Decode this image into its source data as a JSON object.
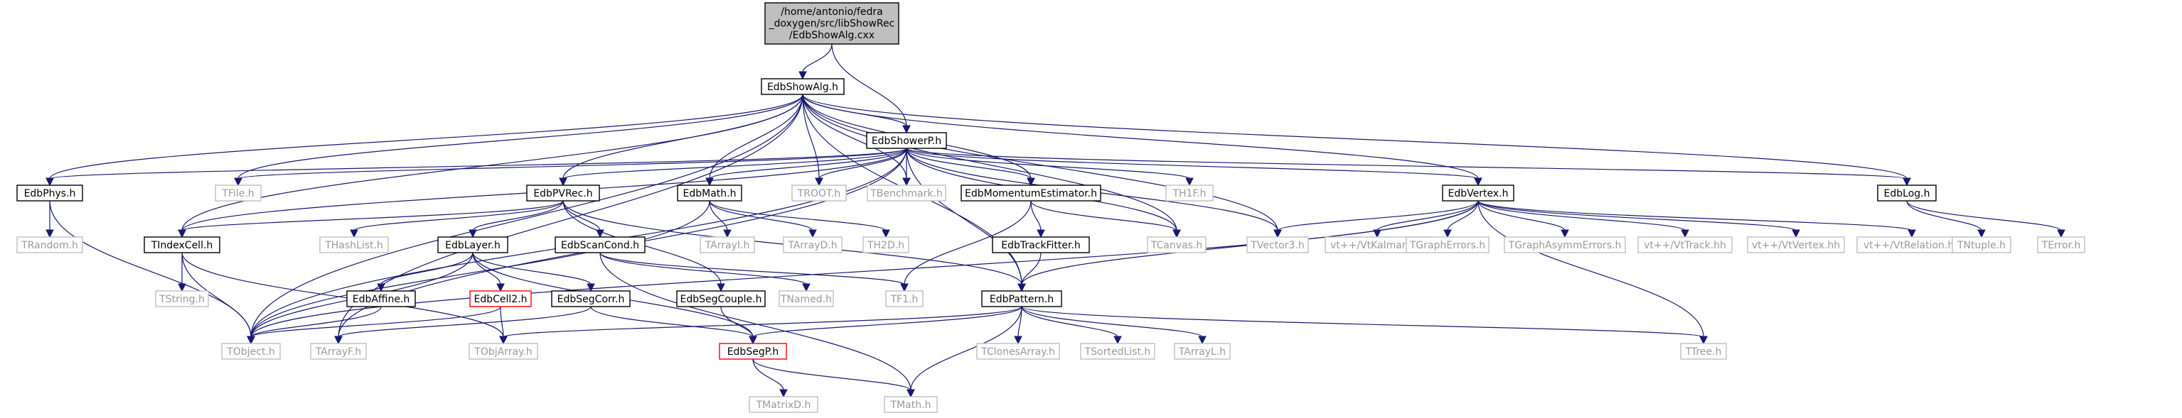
{
  "graph": {
    "root": {
      "id": "root",
      "lines": [
        "/home/antonio/fedra",
        "_doxygen/src/libShowRec",
        "/EdbShowAlg.cxx"
      ]
    },
    "nodes": [
      {
        "id": "EdbShowAlg_h",
        "label": "EdbShowAlg.h",
        "style": "doc"
      },
      {
        "id": "EdbShowerP_h",
        "label": "EdbShowerP.h",
        "style": "doc"
      },
      {
        "id": "EdbPhys_h",
        "label": "EdbPhys.h",
        "style": "doc"
      },
      {
        "id": "TFile_h",
        "label": "TFile.h",
        "style": "std"
      },
      {
        "id": "EdbPVRec_h",
        "label": "EdbPVRec.h",
        "style": "doc"
      },
      {
        "id": "EdbMath_h",
        "label": "EdbMath.h",
        "style": "doc"
      },
      {
        "id": "TROOT_h",
        "label": "TROOT.h",
        "style": "std"
      },
      {
        "id": "TBenchmark_h",
        "label": "TBenchmark.h",
        "style": "std"
      },
      {
        "id": "EdbMomentumEstimator_h",
        "label": "EdbMomentumEstimator.h",
        "style": "doc"
      },
      {
        "id": "TH1F_h",
        "label": "TH1F.h",
        "style": "std"
      },
      {
        "id": "EdbVertex_h",
        "label": "EdbVertex.h",
        "style": "doc"
      },
      {
        "id": "EdbLog_h",
        "label": "EdbLog.h",
        "style": "doc"
      },
      {
        "id": "TRandom_h",
        "label": "TRandom.h",
        "style": "std"
      },
      {
        "id": "TIndexCell_h",
        "label": "TIndexCell.h",
        "style": "doc"
      },
      {
        "id": "THashList_h",
        "label": "THashList.h",
        "style": "std"
      },
      {
        "id": "EdbLayer_h",
        "label": "EdbLayer.h",
        "style": "doc"
      },
      {
        "id": "EdbScanCond_h",
        "label": "EdbScanCond.h",
        "style": "doc"
      },
      {
        "id": "TArrayI_h",
        "label": "TArrayI.h",
        "style": "std"
      },
      {
        "id": "TArrayD_h",
        "label": "TArrayD.h",
        "style": "std"
      },
      {
        "id": "TH2D_h",
        "label": "TH2D.h",
        "style": "std"
      },
      {
        "id": "EdbTrackFitter_h",
        "label": "EdbTrackFitter.h",
        "style": "doc"
      },
      {
        "id": "TCanvas_h",
        "label": "TCanvas.h",
        "style": "std"
      },
      {
        "id": "TVector3_h",
        "label": "TVector3.h",
        "style": "std"
      },
      {
        "id": "VtKalman_hh",
        "label": "vt++/VtKalman.hh",
        "style": "std"
      },
      {
        "id": "TGraphErrors_h",
        "label": "TGraphErrors.h",
        "style": "std"
      },
      {
        "id": "TGraphAsymmErrors_h",
        "label": "TGraphAsymmErrors.h",
        "style": "std"
      },
      {
        "id": "VtTrack_hh",
        "label": "vt++/VtTrack.hh",
        "style": "std"
      },
      {
        "id": "VtVertex_hh",
        "label": "vt++/VtVertex.hh",
        "style": "std"
      },
      {
        "id": "VtRelation_hh",
        "label": "vt++/VtRelation.hh",
        "style": "std"
      },
      {
        "id": "TNtuple_h",
        "label": "TNtuple.h",
        "style": "std"
      },
      {
        "id": "TError_h",
        "label": "TError.h",
        "style": "std"
      },
      {
        "id": "TString_h",
        "label": "TString.h",
        "style": "std"
      },
      {
        "id": "EdbAffine_h",
        "label": "EdbAffine.h",
        "style": "doc"
      },
      {
        "id": "EdbCell2_h",
        "label": "EdbCell2.h",
        "style": "red"
      },
      {
        "id": "EdbSegCorr_h",
        "label": "EdbSegCorr.h",
        "style": "doc"
      },
      {
        "id": "EdbSegCouple_h",
        "label": "EdbSegCouple.h",
        "style": "doc"
      },
      {
        "id": "TNamed_h",
        "label": "TNamed.h",
        "style": "std"
      },
      {
        "id": "TF1_h",
        "label": "TF1.h",
        "style": "std"
      },
      {
        "id": "EdbPattern_h",
        "label": "EdbPattern.h",
        "style": "doc"
      },
      {
        "id": "TObject_h",
        "label": "TObject.h",
        "style": "std"
      },
      {
        "id": "TArrayF_h",
        "label": "TArrayF.h",
        "style": "std"
      },
      {
        "id": "TObjArray_h",
        "label": "TObjArray.h",
        "style": "std"
      },
      {
        "id": "EdbSegP_h",
        "label": "EdbSegP.h",
        "style": "red"
      },
      {
        "id": "TClonesArray_h",
        "label": "TClonesArray.h",
        "style": "std"
      },
      {
        "id": "TSortedList_h",
        "label": "TSortedList.h",
        "style": "std"
      },
      {
        "id": "TArrayL_h",
        "label": "TArrayL.h",
        "style": "std"
      },
      {
        "id": "TTree_h",
        "label": "TTree.h",
        "style": "std"
      },
      {
        "id": "TMatrixD_h",
        "label": "TMatrixD.h",
        "style": "std"
      },
      {
        "id": "TMath_h",
        "label": "TMath.h",
        "style": "std"
      }
    ],
    "edges": [
      [
        "root",
        "EdbShowAlg_h"
      ],
      [
        "root",
        "EdbShowerP_h"
      ],
      [
        "EdbShowAlg_h",
        "EdbShowerP_h"
      ],
      [
        "EdbShowAlg_h",
        "EdbPhys_h"
      ],
      [
        "EdbShowAlg_h",
        "TFile_h"
      ],
      [
        "EdbShowAlg_h",
        "EdbPVRec_h"
      ],
      [
        "EdbShowAlg_h",
        "EdbMath_h"
      ],
      [
        "EdbShowAlg_h",
        "TROOT_h"
      ],
      [
        "EdbShowAlg_h",
        "TBenchmark_h"
      ],
      [
        "EdbShowAlg_h",
        "EdbMomentumEstimator_h"
      ],
      [
        "EdbShowAlg_h",
        "EdbVertex_h"
      ],
      [
        "EdbShowAlg_h",
        "EdbLog_h"
      ],
      [
        "EdbShowAlg_h",
        "TIndexCell_h"
      ],
      [
        "EdbShowAlg_h",
        "TCanvas_h"
      ],
      [
        "EdbShowAlg_h",
        "TVector3_h"
      ],
      [
        "EdbShowAlg_h",
        "EdbPattern_h"
      ],
      [
        "EdbShowAlg_h",
        "TObject_h"
      ],
      [
        "EdbShowAlg_h",
        "TArrayF_h"
      ],
      [
        "EdbShowerP_h",
        "EdbPhys_h"
      ],
      [
        "EdbShowerP_h",
        "TFile_h"
      ],
      [
        "EdbShowerP_h",
        "EdbPVRec_h"
      ],
      [
        "EdbShowerP_h",
        "EdbMath_h"
      ],
      [
        "EdbShowerP_h",
        "TROOT_h"
      ],
      [
        "EdbShowerP_h",
        "TBenchmark_h"
      ],
      [
        "EdbShowerP_h",
        "EdbMomentumEstimator_h"
      ],
      [
        "EdbShowerP_h",
        "TH1F_h"
      ],
      [
        "EdbShowerP_h",
        "EdbVertex_h"
      ],
      [
        "EdbShowerP_h",
        "EdbLog_h"
      ],
      [
        "EdbShowerP_h",
        "TIndexCell_h"
      ],
      [
        "EdbShowerP_h",
        "TCanvas_h"
      ],
      [
        "EdbShowerP_h",
        "TVector3_h"
      ],
      [
        "EdbShowerP_h",
        "EdbPattern_h"
      ],
      [
        "EdbShowerP_h",
        "TObject_h"
      ],
      [
        "EdbShowerP_h",
        "TArrayF_h"
      ],
      [
        "EdbPhys_h",
        "TRandom_h"
      ],
      [
        "EdbPhys_h",
        "TObject_h"
      ],
      [
        "EdbPVRec_h",
        "TIndexCell_h"
      ],
      [
        "EdbPVRec_h",
        "THashList_h"
      ],
      [
        "EdbPVRec_h",
        "EdbLayer_h"
      ],
      [
        "EdbPVRec_h",
        "EdbScanCond_h"
      ],
      [
        "EdbPVRec_h",
        "EdbSegCouple_h"
      ],
      [
        "EdbPVRec_h",
        "EdbPattern_h"
      ],
      [
        "EdbMath_h",
        "TArrayI_h"
      ],
      [
        "EdbMath_h",
        "TArrayD_h"
      ],
      [
        "EdbMath_h",
        "TH2D_h"
      ],
      [
        "EdbMath_h",
        "TObject_h"
      ],
      [
        "EdbMomentumEstimator_h",
        "EdbTrackFitter_h"
      ],
      [
        "EdbMomentumEstimator_h",
        "TCanvas_h"
      ],
      [
        "EdbMomentumEstimator_h",
        "TF1_h"
      ],
      [
        "EdbVertex_h",
        "TVector3_h"
      ],
      [
        "EdbVertex_h",
        "VtKalman_hh"
      ],
      [
        "EdbVertex_h",
        "TGraphErrors_h"
      ],
      [
        "EdbVertex_h",
        "TGraphAsymmErrors_h"
      ],
      [
        "EdbVertex_h",
        "VtTrack_hh"
      ],
      [
        "EdbVertex_h",
        "VtVertex_hh"
      ],
      [
        "EdbVertex_h",
        "VtRelation_hh"
      ],
      [
        "EdbVertex_h",
        "EdbPattern_h"
      ],
      [
        "EdbVertex_h",
        "TTree_h"
      ],
      [
        "EdbVertex_h",
        "TObject_h"
      ],
      [
        "EdbLog_h",
        "TNtuple_h"
      ],
      [
        "EdbLog_h",
        "TError_h"
      ],
      [
        "TIndexCell_h",
        "TString_h"
      ],
      [
        "TIndexCell_h",
        "TObject_h"
      ],
      [
        "TIndexCell_h",
        "TObjArray_h"
      ],
      [
        "EdbLayer_h",
        "EdbAffine_h"
      ],
      [
        "EdbLayer_h",
        "EdbCell2_h"
      ],
      [
        "EdbLayer_h",
        "EdbSegCorr_h"
      ],
      [
        "EdbLayer_h",
        "EdbSegP_h"
      ],
      [
        "EdbLayer_h",
        "TObject_h"
      ],
      [
        "EdbScanCond_h",
        "TNamed_h"
      ],
      [
        "EdbScanCond_h",
        "TF1_h"
      ],
      [
        "EdbScanCond_h",
        "TMath_h"
      ],
      [
        "EdbTrackFitter_h",
        "EdbPattern_h"
      ],
      [
        "EdbAffine_h",
        "TObject_h"
      ],
      [
        "EdbCell2_h",
        "TObjArray_h"
      ],
      [
        "EdbCell2_h",
        "TObject_h"
      ],
      [
        "EdbSegCorr_h",
        "TArrayF_h"
      ],
      [
        "EdbSegCorr_h",
        "EdbSegP_h"
      ],
      [
        "EdbSegCouple_h",
        "EdbSegP_h"
      ],
      [
        "EdbPattern_h",
        "TObjArray_h"
      ],
      [
        "EdbPattern_h",
        "EdbSegP_h"
      ],
      [
        "EdbPattern_h",
        "TClonesArray_h"
      ],
      [
        "EdbPattern_h",
        "TSortedList_h"
      ],
      [
        "EdbPattern_h",
        "TArrayL_h"
      ],
      [
        "EdbPattern_h",
        "TTree_h"
      ],
      [
        "EdbPattern_h",
        "TMath_h"
      ],
      [
        "EdbSegP_h",
        "TMatrixD_h"
      ],
      [
        "EdbSegP_h",
        "TMath_h"
      ]
    ]
  }
}
